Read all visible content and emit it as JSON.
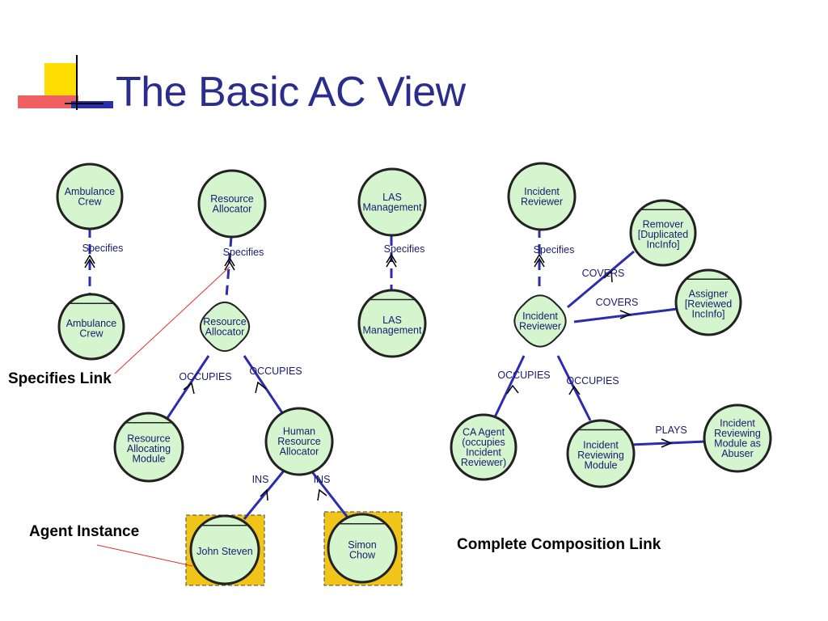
{
  "slide": {
    "title": "The Basic AC View"
  },
  "callouts": {
    "specifies": "Specifies Link",
    "agent": "Agent Instance",
    "composition": "Complete Composition Link"
  },
  "colors": {
    "node_fill": "#d5f5cf",
    "edge": "#2c2cae",
    "title": "#2b2d8c",
    "agent_box": "#f0c419"
  },
  "nodes": [
    {
      "id": "ambulance-crew-top",
      "lines": [
        "Ambulance",
        "Crew"
      ]
    },
    {
      "id": "ambulance-crew-bottom",
      "lines": [
        "Ambulance",
        "Crew"
      ]
    },
    {
      "id": "resource-allocator-top",
      "lines": [
        "Resource",
        "Allocator"
      ]
    },
    {
      "id": "resource-allocator-cloud",
      "lines": [
        "Resource",
        "Allocator"
      ]
    },
    {
      "id": "resource-allocating-module",
      "lines": [
        "Resource",
        "Allocating",
        "Module"
      ]
    },
    {
      "id": "human-resource-allocator",
      "lines": [
        "Human",
        "Resource",
        "Allocator"
      ]
    },
    {
      "id": "john-steven",
      "lines": [
        "John Steven"
      ]
    },
    {
      "id": "simon-chow",
      "lines": [
        "Simon",
        "Chow"
      ]
    },
    {
      "id": "las-management-top",
      "lines": [
        "LAS",
        "Management"
      ]
    },
    {
      "id": "las-management-bottom",
      "lines": [
        "LAS",
        "Management"
      ]
    },
    {
      "id": "incident-reviewer-top",
      "lines": [
        "Incident",
        "Reviewer"
      ]
    },
    {
      "id": "incident-reviewer-cloud",
      "lines": [
        "Incident",
        "Reviewer"
      ]
    },
    {
      "id": "remover",
      "lines": [
        "Remover",
        "[Duplicated",
        "IncInfo]"
      ]
    },
    {
      "id": "assigner",
      "lines": [
        "Assigner",
        "[Reviewed",
        "IncInfo]"
      ]
    },
    {
      "id": "ca-agent",
      "lines": [
        "CA Agent",
        "(occupies",
        "Incident",
        "Reviewer)"
      ]
    },
    {
      "id": "incident-reviewing-module",
      "lines": [
        "Incident",
        "Reviewing",
        "Module"
      ]
    },
    {
      "id": "incident-reviewing-module-abuser",
      "lines": [
        "Incident",
        "Reviewing",
        "Module as",
        "Abuser"
      ]
    }
  ],
  "edge_labels": [
    {
      "id": "specifies-ambulance",
      "text": "Specifies"
    },
    {
      "id": "specifies-resource",
      "text": "Specifies"
    },
    {
      "id": "specifies-las",
      "text": "Specifies"
    },
    {
      "id": "specifies-incident",
      "text": "Specifies"
    },
    {
      "id": "occupies-ram",
      "text": "OCCUPIES"
    },
    {
      "id": "occupies-hra",
      "text": "OCCUPIES"
    },
    {
      "id": "ins-john",
      "text": "INS"
    },
    {
      "id": "ins-simon",
      "text": "INS"
    },
    {
      "id": "covers-remover",
      "text": "COVERS"
    },
    {
      "id": "covers-assigner",
      "text": "COVERS"
    },
    {
      "id": "occupies-ca",
      "text": "OCCUPIES"
    },
    {
      "id": "occupies-irm",
      "text": "OCCUPIES"
    },
    {
      "id": "plays",
      "text": "PLAYS"
    }
  ]
}
